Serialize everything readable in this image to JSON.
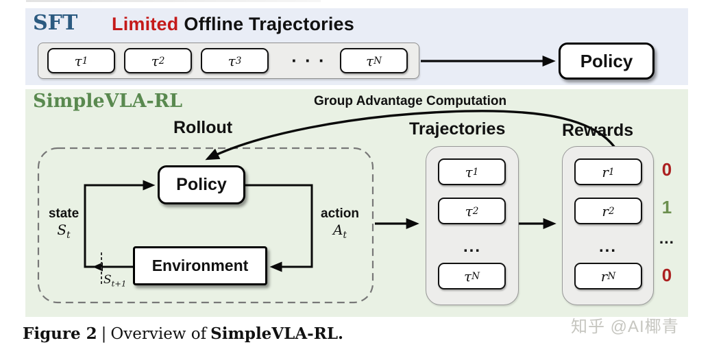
{
  "colors": {
    "panel_blue": "#e9edf6",
    "panel_green": "#e9f1e4",
    "sft_blue": "#2b5a80",
    "highlight_red": "#c41a1a",
    "rl_green": "#59894f",
    "reward_zero_red": "#ab2020",
    "reward_one_green": "#6b8f4e",
    "container_gray": "#ededeb",
    "line_black": "#0a0a0a"
  },
  "sft": {
    "section_label": "SFT",
    "title_highlight": "Limited",
    "title_rest": "Offline Trajectories",
    "trajectories": [
      {
        "base": "τ",
        "sub": "1"
      },
      {
        "base": "τ",
        "sub": "2"
      },
      {
        "base": "τ",
        "sub": "3"
      },
      {
        "base": "τ",
        "sub": "N"
      }
    ],
    "ellipsis": "· · ·",
    "policy_label": "Policy"
  },
  "rl": {
    "section_label": "SimpleVLA-RL",
    "group_advantage_label": "Group Advantage Computation",
    "rollout": {
      "title": "Rollout",
      "policy_label": "Policy",
      "environment_label": "Environment",
      "state_label": "state",
      "state_symbol": {
        "base": "S",
        "sub": "t"
      },
      "action_label": "action",
      "action_symbol": {
        "base": "A",
        "sub": "t"
      },
      "next_state_symbol": {
        "base": "S",
        "sub": "t+1"
      }
    },
    "trajectories": {
      "title": "Trajectories",
      "items": [
        {
          "base": "τ",
          "sub": "1"
        },
        {
          "base": "τ",
          "sub": "2"
        },
        {
          "base": "τ",
          "sub": "N"
        }
      ],
      "ellipsis": "..."
    },
    "rewards": {
      "title": "Rewards",
      "items": [
        {
          "base": "r",
          "sub": "1"
        },
        {
          "base": "r",
          "sub": "2"
        },
        {
          "base": "r",
          "sub": "N"
        }
      ],
      "ellipsis": "...",
      "values": [
        "0",
        "1",
        "...",
        "0"
      ]
    }
  },
  "caption": {
    "figure_label": "Figure 2",
    "separator": "|",
    "text": "Overview of",
    "subject": "SimpleVLA-RL."
  },
  "watermark": "知乎 @AI椰青"
}
